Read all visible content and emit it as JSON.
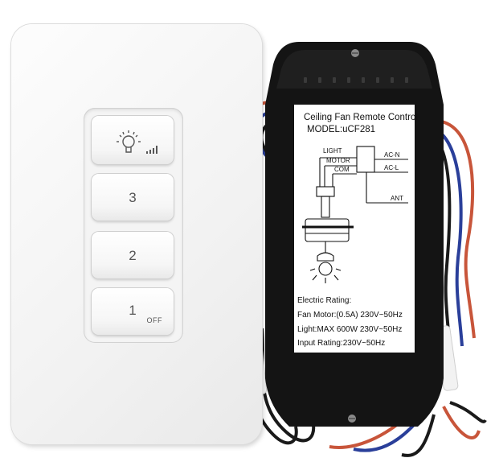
{
  "wall_switch": {
    "keys": [
      {
        "label": "3"
      },
      {
        "label": "2"
      },
      {
        "label": "1",
        "sub_label": "OFF"
      }
    ],
    "top_key_icons": [
      "light-bulb-icon",
      "signal-bars-icon"
    ]
  },
  "receiver": {
    "title": "Ceiling Fan Remote Control",
    "model": "MODEL:uCF281",
    "diagram_labels": {
      "light": "LIGHT",
      "motor": "MOTOR",
      "com": "COM",
      "ac_n": "AC-N",
      "ac_l": "AC-L",
      "ant": "ANT"
    },
    "ratings": [
      "Electric Rating:",
      "Fan Motor:(0.5A) 230V~50Hz",
      "Light:MAX 600W 230V~50Hz",
      "Input Rating:230V~50Hz"
    ]
  },
  "colors": {
    "receiver_body": "#141414",
    "wire_red": "#c8553a",
    "wire_blue": "#2a3f9a",
    "wire_black": "#1a1a1a",
    "plate": "#f4f4f4"
  }
}
